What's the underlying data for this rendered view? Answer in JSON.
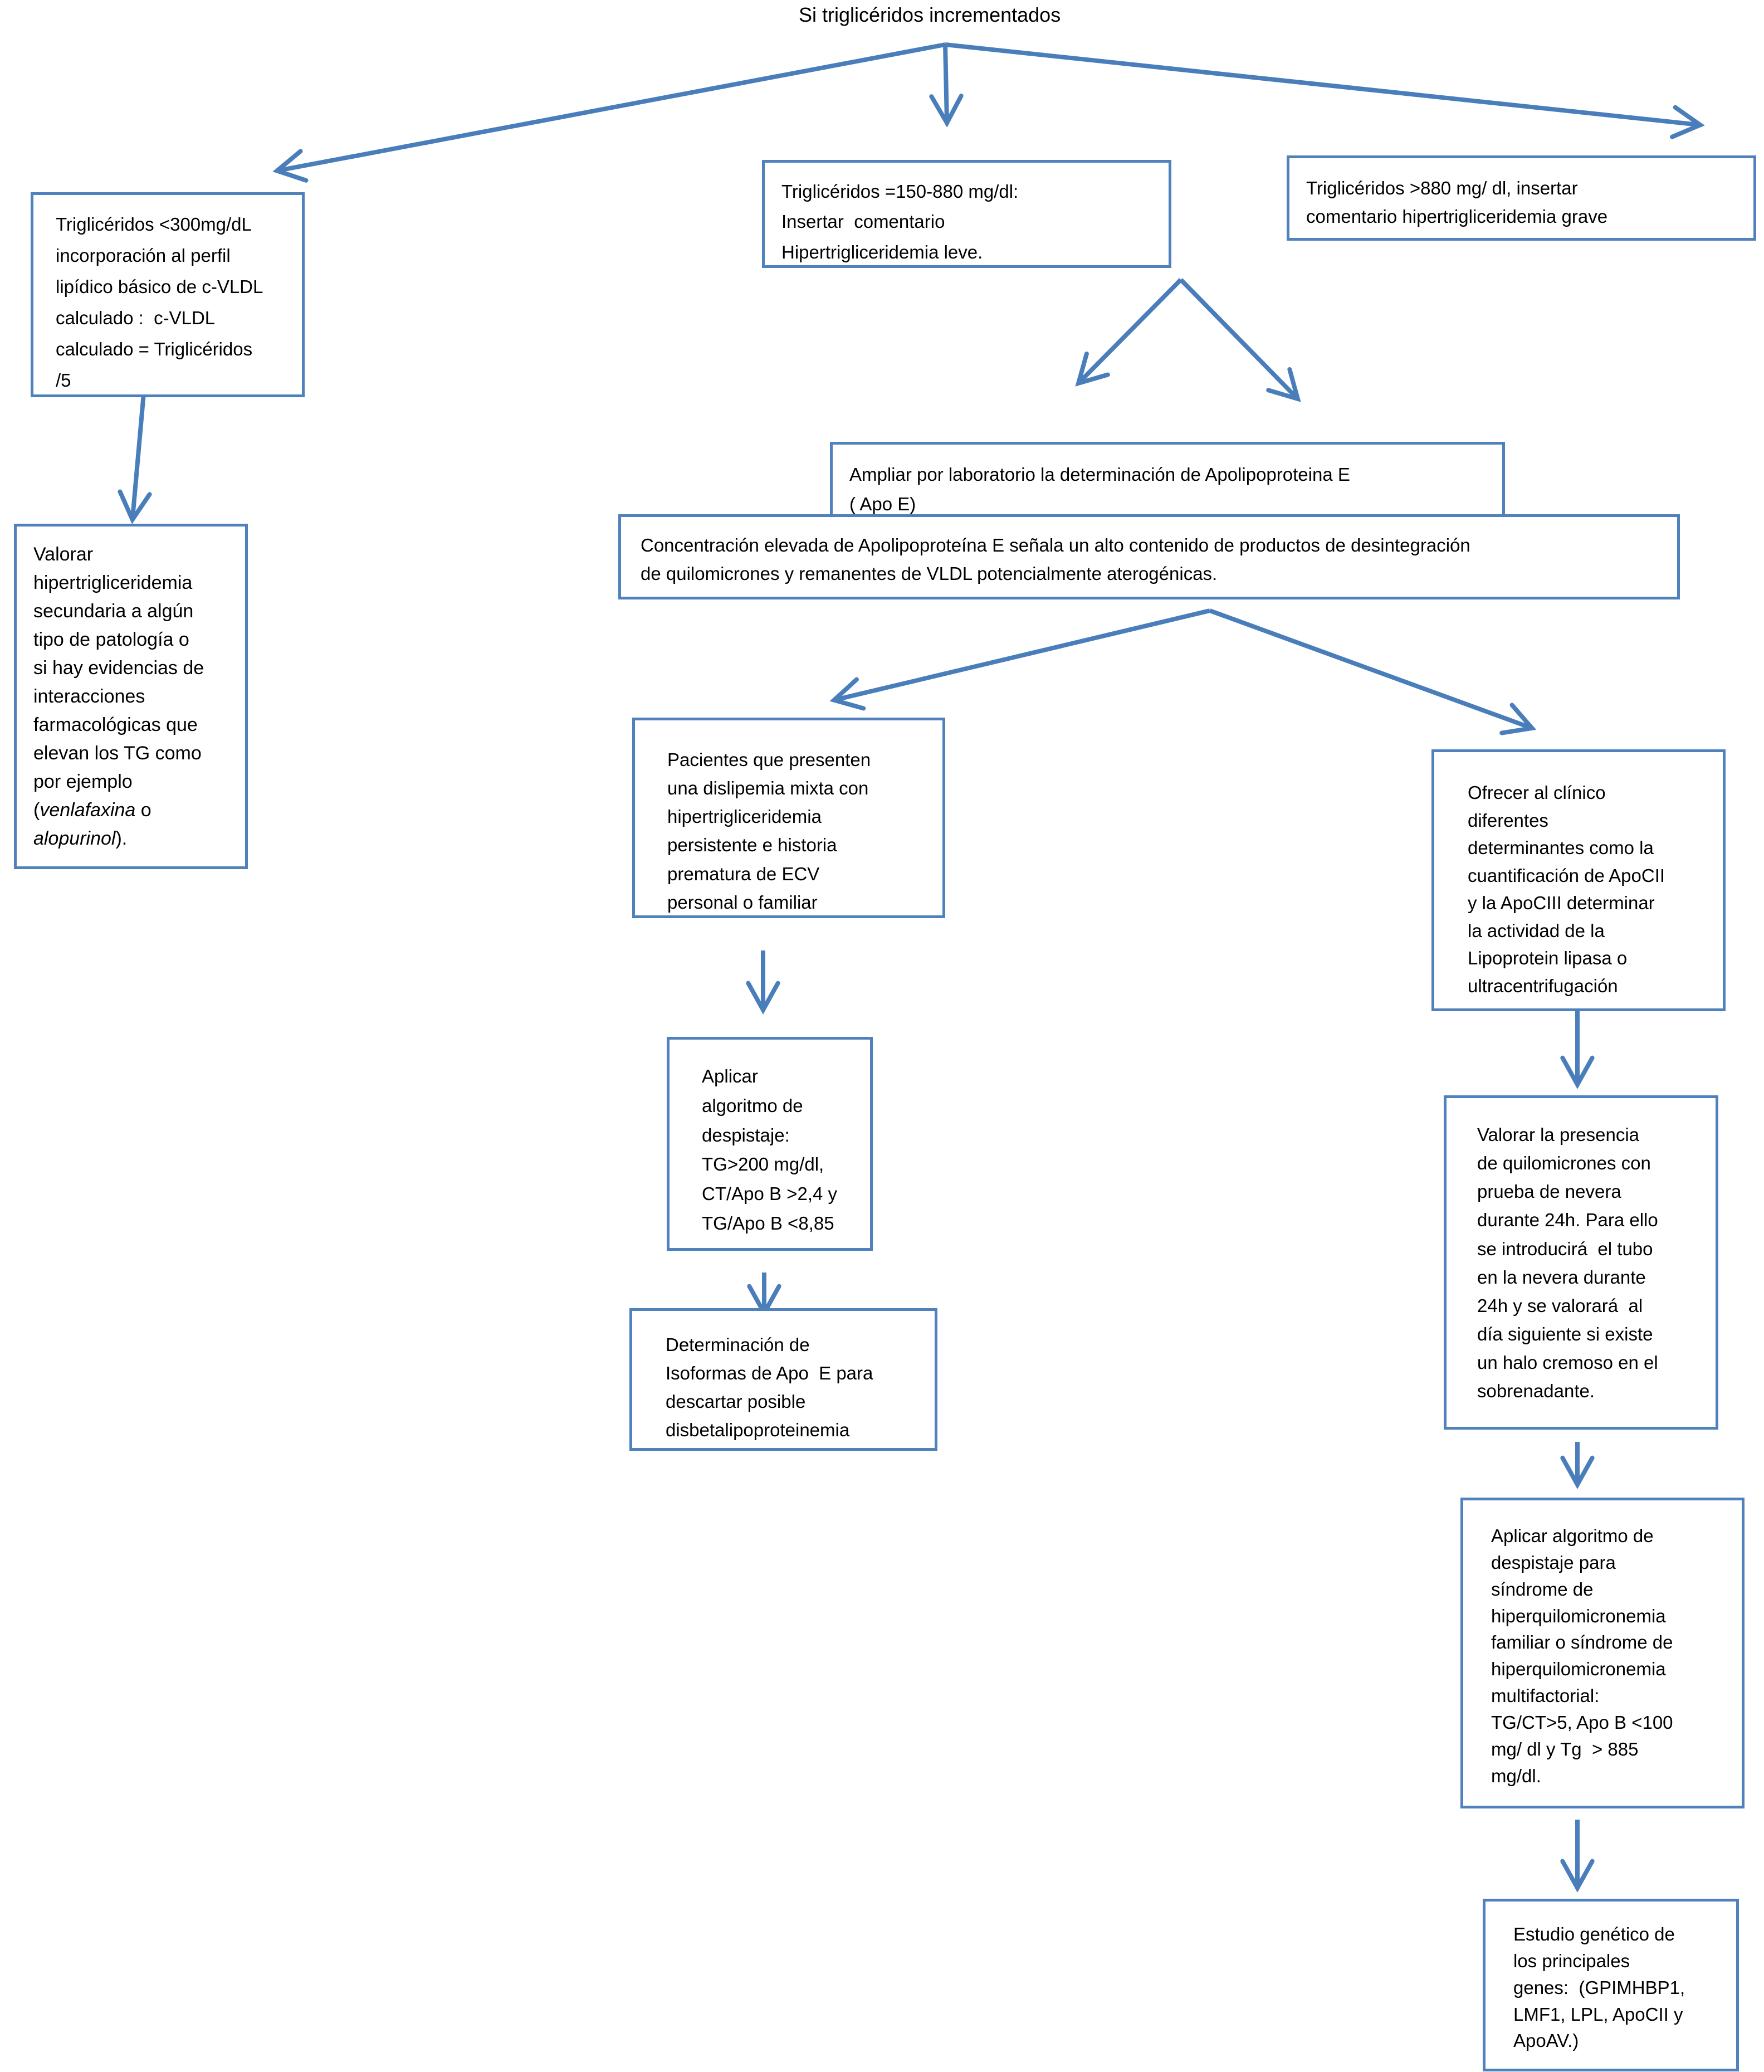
{
  "title": "Si triglicéridos incrementados",
  "colors": {
    "box_border": "#4f81bd",
    "arrow_line": "#4a7ebb",
    "text": "#000000",
    "background": "#ffffff"
  },
  "nodes": {
    "tg_lt_300": {
      "text": "Triglicéridos <300mg/dL\nincorporación al perfil\nlipídico básico de c-VLDL\ncalculado :  c-VLDL\ncalculado = Triglicéridos\n/5"
    },
    "tg_150_880": {
      "text": "Triglicéridos =150-880 mg/dl:\nInsertar  comentario\nHipertrigliceridemia leve."
    },
    "tg_gt_880": {
      "text": "Triglicéridos >880 mg/ dl, insertar\ncomentario hipertrigliceridemia grave"
    },
    "valorar_secundaria": {
      "part1": "Valorar\nhipertrigliceridemia\nsecundaria a algún\ntipo de patología o\nsi hay evidencias de\ninteracciones\nfarmacológicas que\nelevan los TG como\npor ejemplo\n(",
      "italic1": "venlafaxina",
      "part2": " o\n",
      "italic2": "alopurinol",
      "part3": ")."
    },
    "ampliar": {
      "text": "Ampliar por laboratorio la determinación de Apolipoproteina E\n( Apo E)"
    },
    "concentracion": {
      "text": "Concentración elevada de Apolipoproteína E señala un alto contenido de productos de desintegración\nde quilomicrones y remanentes de VLDL potencialmente aterogénicas."
    },
    "pacientes": {
      "text": "Pacientes que presenten\nuna dislipemia mixta con\nhipertrigliceridemia\npersistente e historia\nprematura de ECV\npersonal o familiar"
    },
    "ofrecer": {
      "text": "Ofrecer al clínico\ndiferentes\ndeterminantes como la\ncuantificación de ApoCII\ny la ApoCIII determinar\nla actividad de la\nLipoprotein lipasa o\nultracentrifugación"
    },
    "aplicar_despistaje": {
      "text": "Aplicar\nalgoritmo de\ndespistaje:\nTG>200 mg/dl,\nCT/Apo B >2,4 y\nTG/Apo B <8,85"
    },
    "isoformas": {
      "text": "Determinación de\nIsoformas de Apo  E para\ndescartar posible\ndisbetalipoproteinemia"
    },
    "nevera": {
      "text": "Valorar la presencia\nde quilomicrones con\nprueba de nevera\ndurante 24h. Para ello\nse introducirá  el tubo\nen la nevera durante\n24h y se valorará  al\ndía siguiente si existe\nun halo cremoso en el\nsobrenadante."
    },
    "hiperquilomicronemia": {
      "text": "Aplicar algoritmo de\ndespistaje para\nsíndrome de\nhiperquilomicronemia\nfamiliar o síndrome de\nhiperquilomicronemia\nmultifactorial:\nTG/CT>5, Apo B <100\nmg/ dl y Tg  > 885\nmg/dl."
    },
    "genetico": {
      "text": "Estudio genético de\nlos principales\ngenes:  (GPIMHBP1,\nLMF1, LPL, ApoCII y\nApoAV.)"
    }
  },
  "edges": [
    {
      "from": "title",
      "to": "tg_lt_300"
    },
    {
      "from": "title",
      "to": "tg_150_880"
    },
    {
      "from": "title",
      "to": "tg_gt_880"
    },
    {
      "from": "tg_lt_300",
      "to": "valorar_secundaria"
    },
    {
      "from": "tg_150_880",
      "to": "ampliar"
    },
    {
      "from": "tg_150_880",
      "to": "ampliar"
    },
    {
      "from": "ampliar",
      "to": "concentracion"
    },
    {
      "from": "concentracion",
      "to": "pacientes"
    },
    {
      "from": "concentracion",
      "to": "ofrecer"
    },
    {
      "from": "pacientes",
      "to": "aplicar_despistaje"
    },
    {
      "from": "aplicar_despistaje",
      "to": "isoformas"
    },
    {
      "from": "ofrecer",
      "to": "nevera"
    },
    {
      "from": "nevera",
      "to": "hiperquilomicronemia"
    },
    {
      "from": "hiperquilomicronemia",
      "to": "genetico"
    }
  ]
}
